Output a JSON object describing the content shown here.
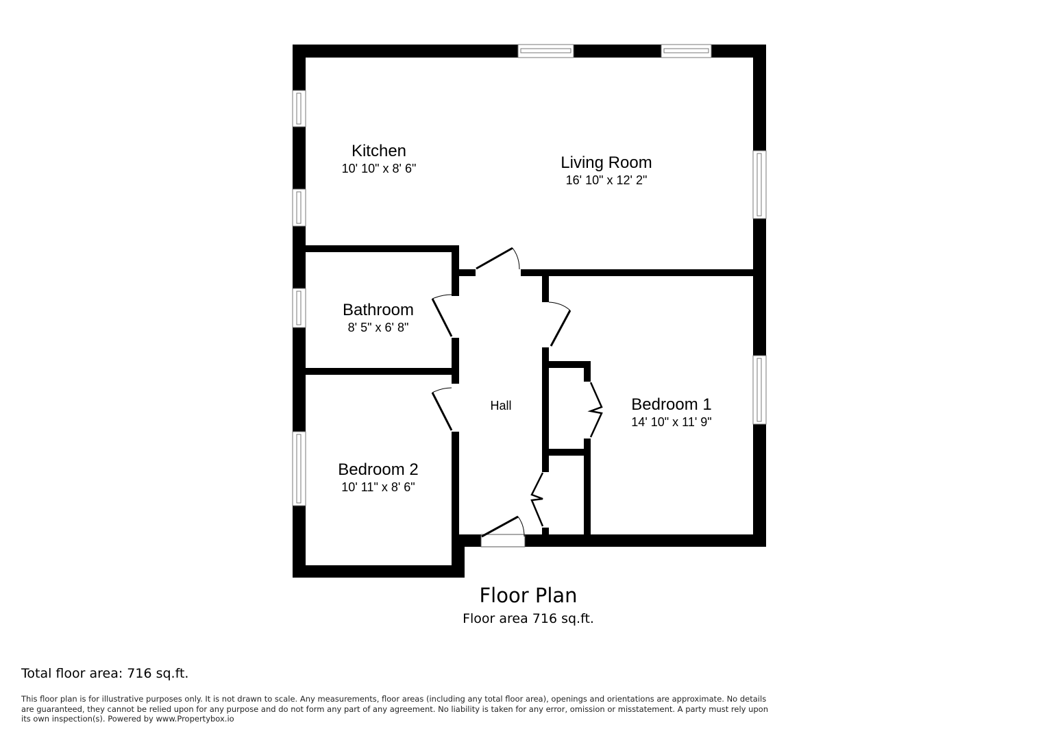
{
  "colors": {
    "wall": "#000000",
    "background": "#ffffff",
    "window_frame": "#888888"
  },
  "rooms": {
    "kitchen": {
      "name": "Kitchen",
      "dimensions": "10' 10\" x 8' 6\""
    },
    "living_room": {
      "name": "Living Room",
      "dimensions": "16' 10\" x 12' 2\""
    },
    "bathroom": {
      "name": "Bathroom",
      "dimensions": "8' 5\" x 6' 8\""
    },
    "hall": {
      "name": "Hall"
    },
    "bedroom_1": {
      "name": "Bedroom 1",
      "dimensions": "14' 10\" x 11' 9\""
    },
    "bedroom_2": {
      "name": "Bedroom 2",
      "dimensions": "10' 11\" x 8' 6\""
    }
  },
  "plan": {
    "title": "Floor Plan",
    "floor_area": "Floor area 716 sq.ft."
  },
  "footer": {
    "total_floor_area": "Total floor area: 716 sq.ft.",
    "disclaimer": "This floor plan is for illustrative purposes only. It is not drawn to scale. Any measurements, floor areas (including any total floor area), openings and orientations are approximate. No details are guaranteed, they cannot be relied upon for any purpose and do not form any part of any agreement. No liability is taken for any error, omission or misstatement. A party must rely upon its own inspection(s). Powered by www.Propertybox.io"
  }
}
